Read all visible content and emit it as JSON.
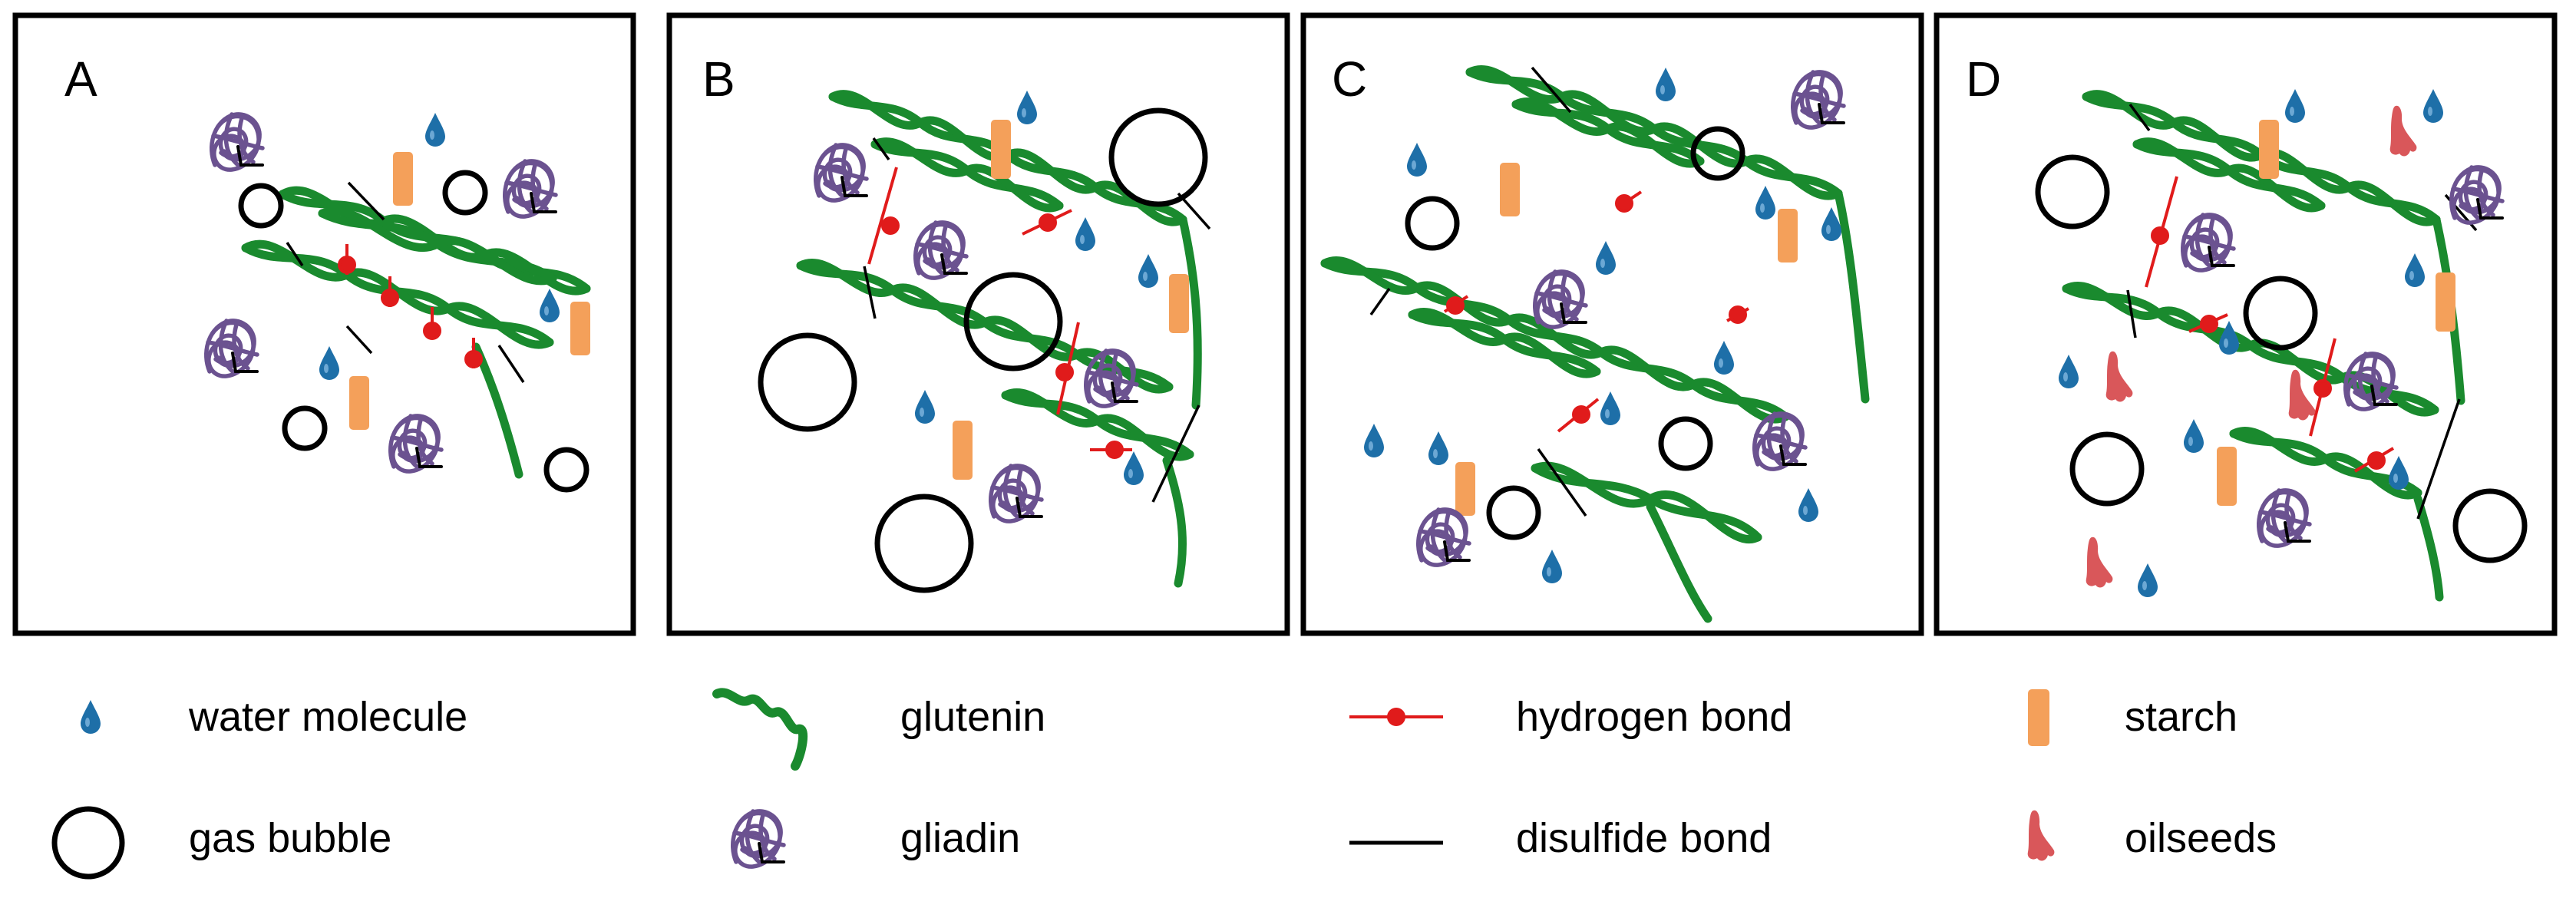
{
  "panels": [
    {
      "id": "A",
      "label": "A"
    },
    {
      "id": "B",
      "label": "B"
    },
    {
      "id": "C",
      "label": "C"
    },
    {
      "id": "D",
      "label": "D"
    }
  ],
  "legend": {
    "water": "water molecule",
    "glutenin": "glutenin",
    "hydrogen_bond": "hydrogen bond",
    "starch": "starch",
    "gas_bubble": "gas bubble",
    "gliadin": "gliadin",
    "disulfide_bond": "disulfide bond",
    "oilseeds": "oilseeds"
  },
  "colors": {
    "glutenin": "#1a8a2e",
    "gliadin": "#6b5290",
    "water": "#1e6fa8",
    "starch": "#f4a05a",
    "hydrogen_bond": "#e01b1b",
    "disulfide_bond": "#000000",
    "oilseeds": "#d9575a",
    "gas_bubble": "#000000"
  },
  "icons": [
    "water-drop-icon",
    "gas-bubble-icon",
    "glutenin-helix-icon",
    "gliadin-coil-icon",
    "hydrogen-bond-icon",
    "disulfide-bond-icon",
    "starch-granule-icon",
    "oilseed-icon"
  ]
}
